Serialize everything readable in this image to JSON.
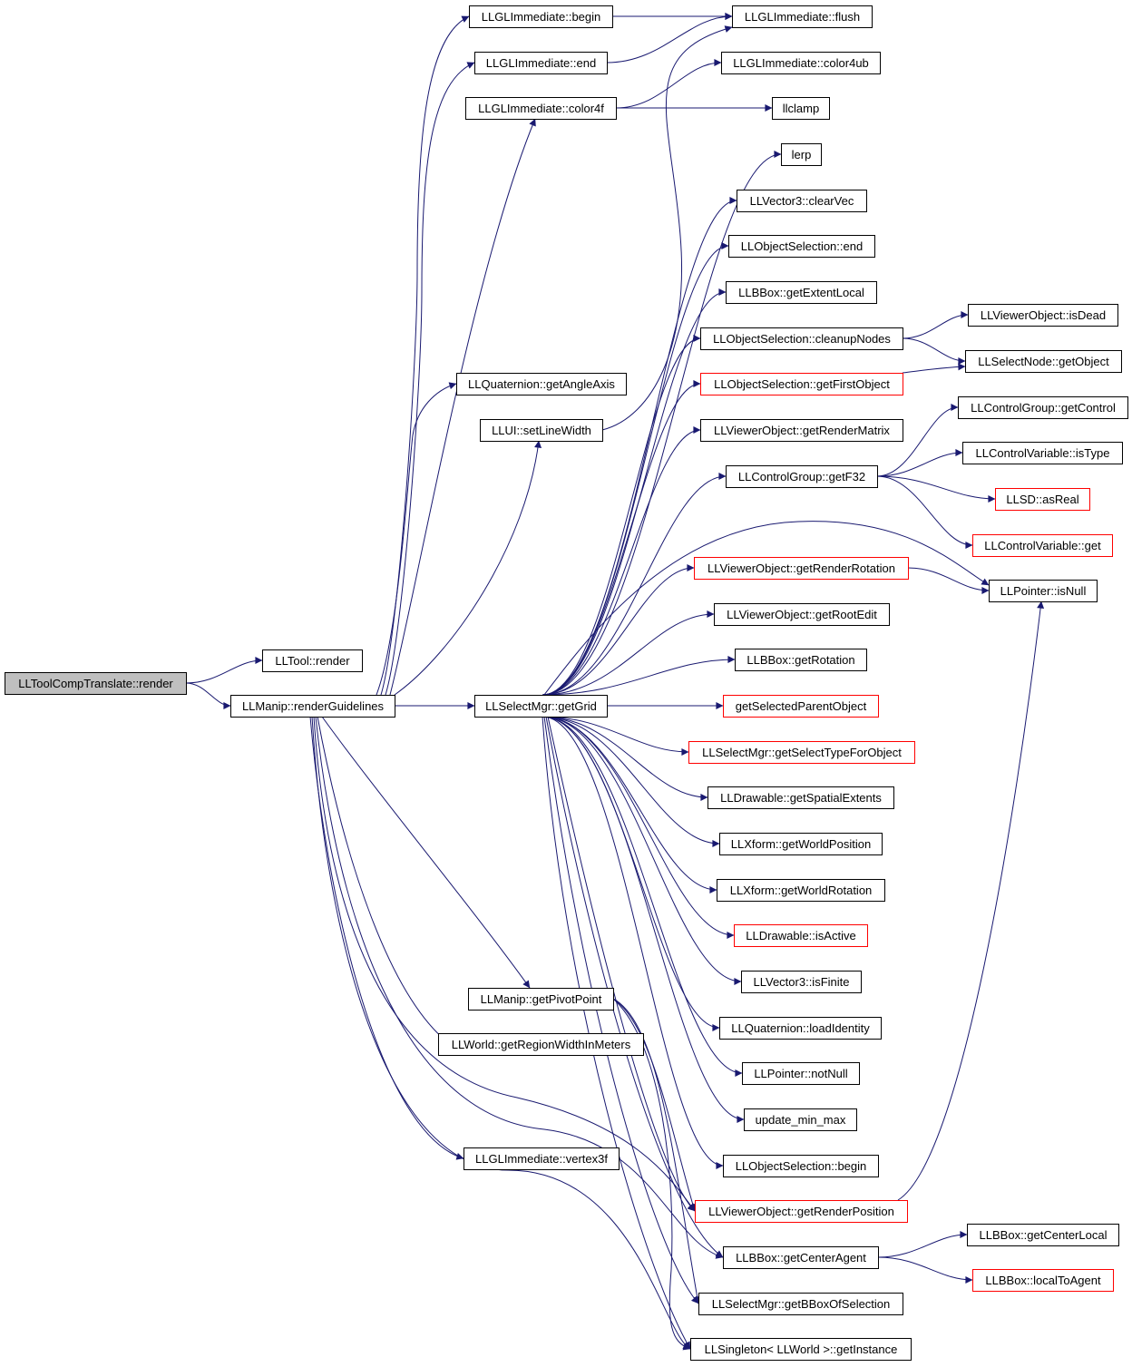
{
  "colors": {
    "edge": "#191970",
    "border_normal": "#000000",
    "border_truncated": "#ff0000",
    "fill_root": "#bfbfbf",
    "fill_normal": "#ffffff"
  },
  "nodes": [
    {
      "id": "root",
      "label": "LLToolCompTranslate::render",
      "kind": "root"
    },
    {
      "id": "tool_render",
      "label": "LLTool::render",
      "kind": "normal"
    },
    {
      "id": "renderGuidelines",
      "label": "LLManip::renderGuidelines",
      "kind": "normal"
    },
    {
      "id": "gl_begin",
      "label": "LLGLImmediate::begin",
      "kind": "normal"
    },
    {
      "id": "gl_end",
      "label": "LLGLImmediate::end",
      "kind": "normal"
    },
    {
      "id": "gl_color4f",
      "label": "LLGLImmediate::color4f",
      "kind": "normal"
    },
    {
      "id": "quat_angleaxis",
      "label": "LLQuaternion::getAngleAxis",
      "kind": "normal"
    },
    {
      "id": "ui_setlinewidth",
      "label": "LLUI::setLineWidth",
      "kind": "normal"
    },
    {
      "id": "getGrid",
      "label": "LLSelectMgr::getGrid",
      "kind": "normal"
    },
    {
      "id": "pivot",
      "label": "LLManip::getPivotPoint",
      "kind": "normal"
    },
    {
      "id": "regionwidth",
      "label": "LLWorld::getRegionWidthInMeters",
      "kind": "normal"
    },
    {
      "id": "vertex3f",
      "label": "LLGLImmediate::vertex3f",
      "kind": "normal"
    },
    {
      "id": "gl_flush",
      "label": "LLGLImmediate::flush",
      "kind": "normal"
    },
    {
      "id": "gl_color4ub",
      "label": "LLGLImmediate::color4ub",
      "kind": "normal"
    },
    {
      "id": "llclamp",
      "label": "llclamp",
      "kind": "normal"
    },
    {
      "id": "lerp",
      "label": "lerp",
      "kind": "normal"
    },
    {
      "id": "clearvec",
      "label": "LLVector3::clearVec",
      "kind": "normal"
    },
    {
      "id": "objsel_end",
      "label": "LLObjectSelection::end",
      "kind": "normal"
    },
    {
      "id": "bbox_extentlocal",
      "label": "LLBBox::getExtentLocal",
      "kind": "normal"
    },
    {
      "id": "cleanupnodes",
      "label": "LLObjectSelection::cleanupNodes",
      "kind": "normal"
    },
    {
      "id": "firstobject",
      "label": "LLObjectSelection::getFirstObject",
      "kind": "truncated"
    },
    {
      "id": "rendermatrix",
      "label": "LLViewerObject::getRenderMatrix",
      "kind": "normal"
    },
    {
      "id": "getf32",
      "label": "LLControlGroup::getF32",
      "kind": "normal"
    },
    {
      "id": "renderrotation",
      "label": "LLViewerObject::getRenderRotation",
      "kind": "truncated"
    },
    {
      "id": "rootedit",
      "label": "LLViewerObject::getRootEdit",
      "kind": "normal"
    },
    {
      "id": "bbox_rotation",
      "label": "LLBBox::getRotation",
      "kind": "normal"
    },
    {
      "id": "selparent",
      "label": "getSelectedParentObject",
      "kind": "truncated"
    },
    {
      "id": "seltype",
      "label": "LLSelectMgr::getSelectTypeForObject",
      "kind": "truncated"
    },
    {
      "id": "spatialextents",
      "label": "LLDrawable::getSpatialExtents",
      "kind": "normal"
    },
    {
      "id": "worldpos",
      "label": "LLXform::getWorldPosition",
      "kind": "normal"
    },
    {
      "id": "worldrot",
      "label": "LLXform::getWorldRotation",
      "kind": "normal"
    },
    {
      "id": "isactive",
      "label": "LLDrawable::isActive",
      "kind": "truncated"
    },
    {
      "id": "isfinite",
      "label": "LLVector3::isFinite",
      "kind": "normal"
    },
    {
      "id": "loadidentity",
      "label": "LLQuaternion::loadIdentity",
      "kind": "normal"
    },
    {
      "id": "notnull",
      "label": "LLPointer::notNull",
      "kind": "normal"
    },
    {
      "id": "updateminmax",
      "label": "update_min_max",
      "kind": "normal"
    },
    {
      "id": "objsel_begin",
      "label": "LLObjectSelection::begin",
      "kind": "normal"
    },
    {
      "id": "renderposition",
      "label": "LLViewerObject::getRenderPosition",
      "kind": "truncated"
    },
    {
      "id": "centeragent",
      "label": "LLBBox::getCenterAgent",
      "kind": "normal"
    },
    {
      "id": "bboxofsel",
      "label": "LLSelectMgr::getBBoxOfSelection",
      "kind": "normal"
    },
    {
      "id": "singleton",
      "label": "LLSingleton< LLWorld >::getInstance",
      "kind": "normal"
    },
    {
      "id": "isdead",
      "label": "LLViewerObject::isDead",
      "kind": "normal"
    },
    {
      "id": "selnode_getobject",
      "label": "LLSelectNode::getObject",
      "kind": "normal"
    },
    {
      "id": "getcontrol",
      "label": "LLControlGroup::getControl",
      "kind": "normal"
    },
    {
      "id": "istype",
      "label": "LLControlVariable::isType",
      "kind": "normal"
    },
    {
      "id": "asreal",
      "label": "LLSD::asReal",
      "kind": "truncated"
    },
    {
      "id": "ctrlvar_get",
      "label": "LLControlVariable::get",
      "kind": "truncated"
    },
    {
      "id": "isnull",
      "label": "LLPointer::isNull",
      "kind": "normal"
    },
    {
      "id": "centerlocal",
      "label": "LLBBox::getCenterLocal",
      "kind": "normal"
    },
    {
      "id": "localtoagent",
      "label": "LLBBox::localToAgent",
      "kind": "truncated"
    }
  ]
}
